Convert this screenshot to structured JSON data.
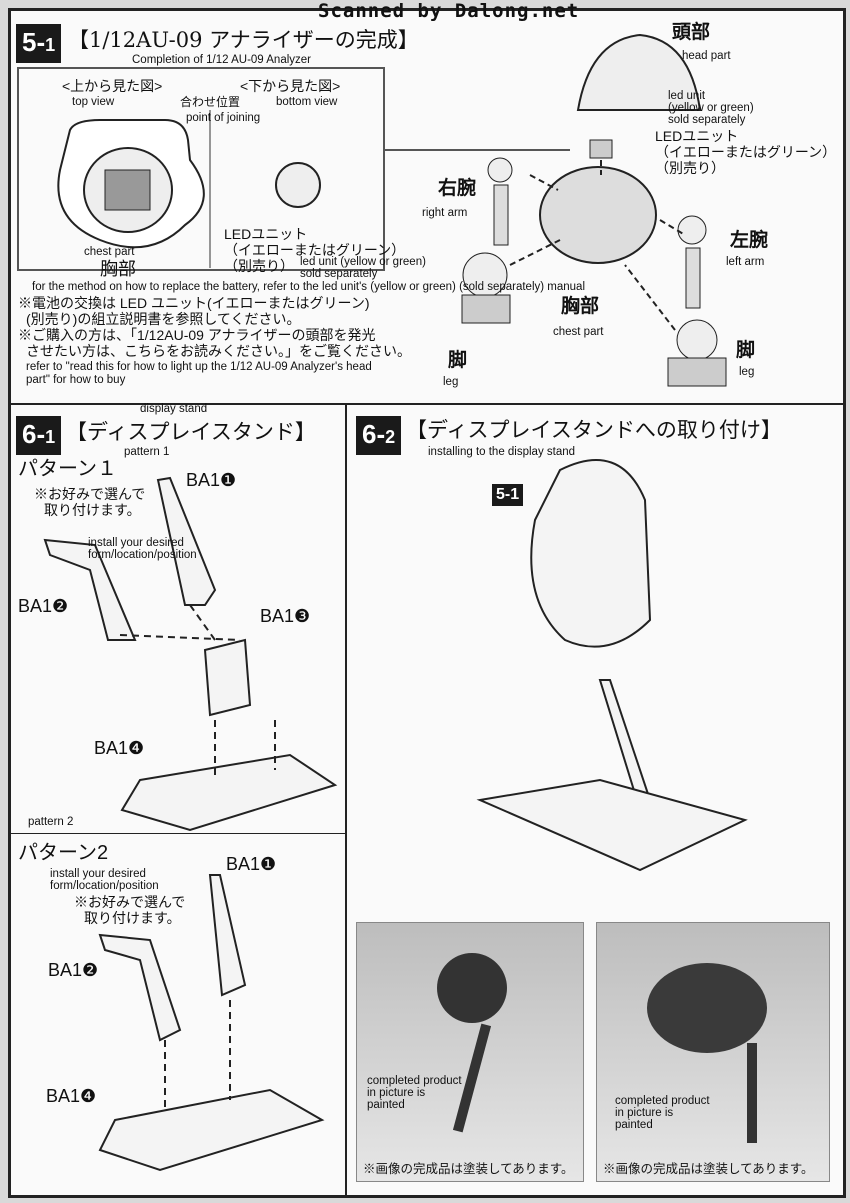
{
  "watermark": "Scanned by Dalong.net",
  "s51": {
    "step": "5-",
    "step_num": "1",
    "title": "【1/12AU-09 アナライザーの完成】",
    "title_en": "Completion of 1/12 AU-09 Analyzer",
    "top_view_jp": "<上から見た図>",
    "top_view_en": "top view",
    "bottom_view_jp": "<下から見た図>",
    "bottom_view_en": "bottom view",
    "joining_jp": "合わせ位置",
    "joining_en": "point of joining",
    "chest_en": "chest part",
    "chest_jp": "胸部",
    "led_jp1": "LEDユニット",
    "led_jp2": "（イエローまたはグリーン）",
    "led_jp3": "（別売り）",
    "led_en1": "led unit (yellow or green)",
    "led_en2": "sold separately",
    "battery_en": "for the method on how to replace the battery, refer to the led unit's (yellow or green) (sold separately) manual",
    "note1a": "※電池の交換は LED ユニット(イエローまたはグリーン)",
    "note1b": "(別売り)の組立説明書を参照してください。",
    "note2a": "※ご購入の方は、「1/12AU-09 アナライザーの頭部を発光",
    "note2b": "させたい方は、こちらをお読みください。」をご覧ください。",
    "note2_en1": "refer to \"read this for how to light up the 1/12 AU-09 Analyzer's head",
    "note2_en2": "part\" for how to buy",
    "head_jp": "頭部",
    "head_en": "head part",
    "led_r_en1": "led unit",
    "led_r_en2": "(yellow or green)",
    "led_r_en3": "sold separately",
    "led_r_jp1": "LEDユニット",
    "led_r_jp2": "（イエローまたはグリーン）",
    "led_r_jp3": "（別売り）",
    "right_arm_jp": "右腕",
    "right_arm_en": "right arm",
    "left_arm_jp": "左腕",
    "left_arm_en": "left arm",
    "chest_r_jp": "胸部",
    "chest_r_en": "chest part",
    "leg_jp": "脚",
    "leg_en": "leg",
    "leg2_jp": "脚",
    "leg2_en": "leg"
  },
  "s61": {
    "step": "6-",
    "step_num": "1",
    "title": "【ディスプレイスタンド】",
    "title_en": "display stand",
    "p1_jp": "パターン１",
    "p1_en": "pattern 1",
    "choose_jp1": "※お好みで選んで",
    "choose_jp2": "取り付けます。",
    "choose_en1": "install your desired",
    "choose_en2": "form/location/position",
    "ba1": "BA1❶",
    "ba2": "BA1❷",
    "ba3": "BA1❸",
    "ba4": "BA1❹",
    "p2_en": "pattern 2",
    "p2_jp": "パターン2",
    "p2_choose_en1": "install your desired",
    "p2_choose_en2": "form/location/position",
    "p2_choose_jp1": "※お好みで選んで",
    "p2_choose_jp2": "取り付けます。",
    "p2_ba1": "BA1❶",
    "p2_ba2": "BA1❷",
    "p2_ba4": "BA1❹"
  },
  "s62": {
    "step": "6-",
    "step_num": "2",
    "title": "【ディスプレイスタンドへの取り付け】",
    "title_en": "installing to the display stand",
    "ref_badge": "5-1",
    "photo1_en1": "completed product",
    "photo1_en2": "in picture is",
    "photo1_en3": "painted",
    "photo1_jp": "※画像の完成品は塗装してあります。",
    "photo2_en1": "completed product",
    "photo2_en2": "in picture is",
    "photo2_en3": "painted",
    "photo2_jp": "※画像の完成品は塗装してあります。"
  }
}
